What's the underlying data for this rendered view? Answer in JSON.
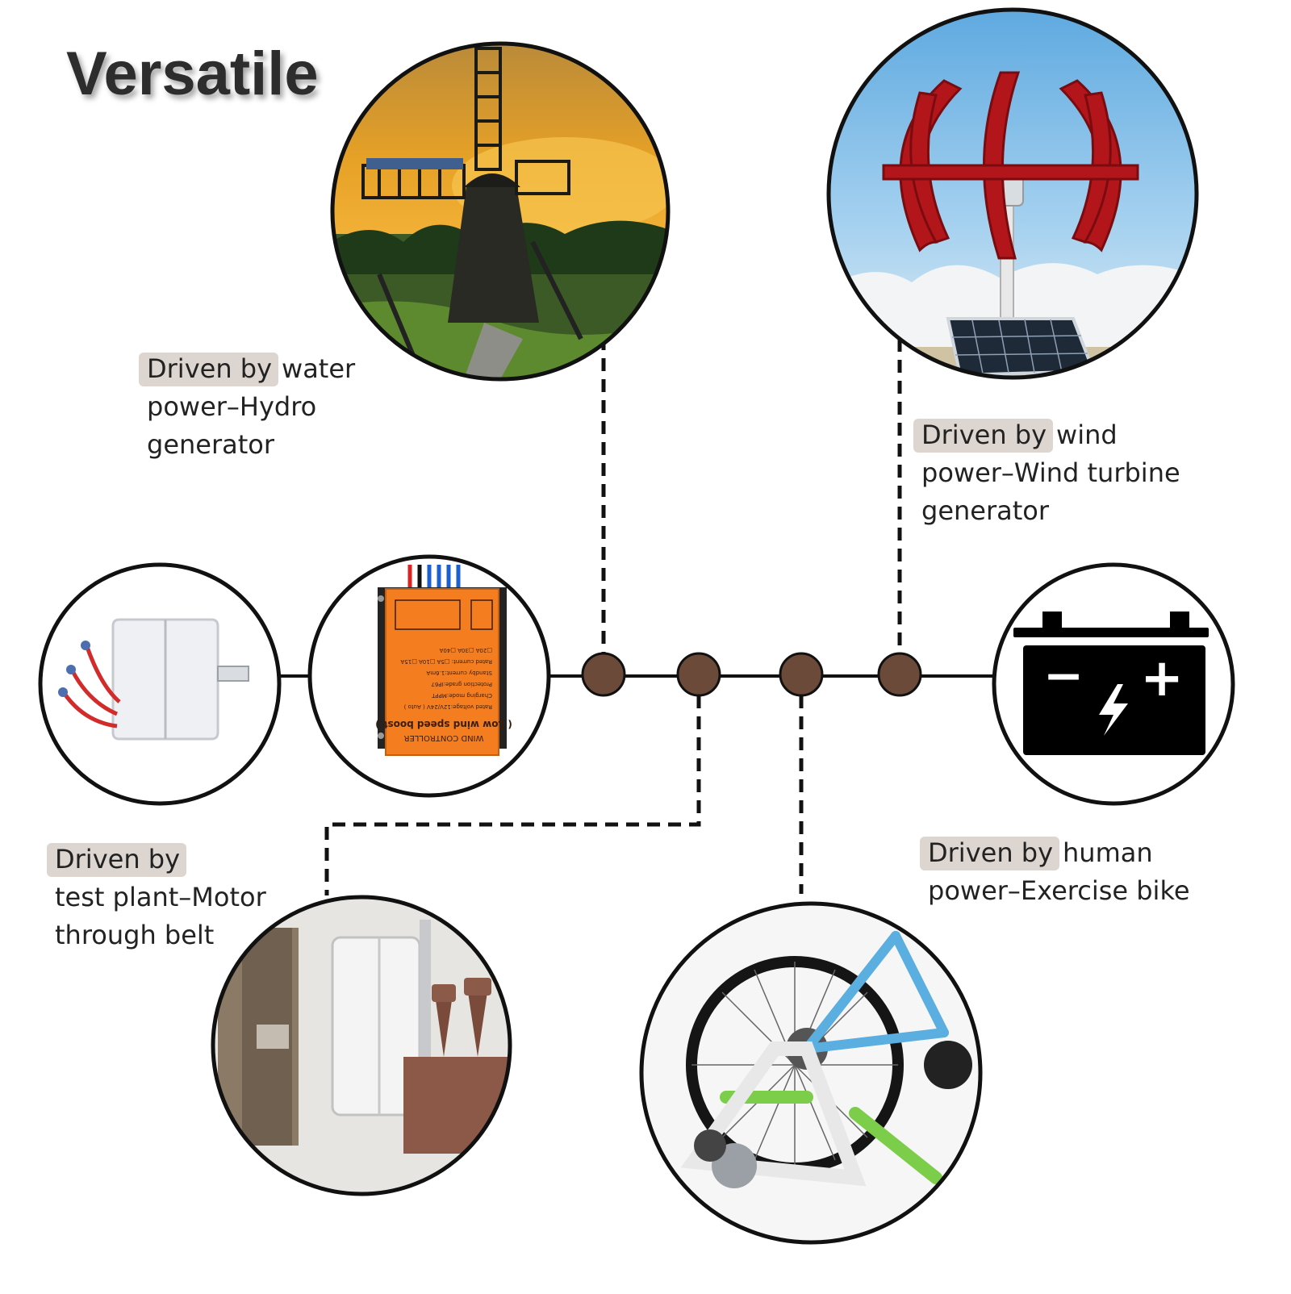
{
  "title": "Versatile",
  "labels": {
    "hydro": {
      "prefix": "Driven by",
      "line1": "water",
      "line2": "power–Hydro",
      "line3": "generator"
    },
    "wind": {
      "prefix": "Driven by",
      "line1": "wind",
      "line2": "power–Wind turbine",
      "line3": "generator"
    },
    "motor": {
      "prefix": "Driven by",
      "line2": "test plant–Motor",
      "line3": "through belt"
    },
    "bike": {
      "prefix": "Driven by",
      "line1": "human",
      "line2": "power–Exercise bike"
    }
  },
  "controller": {
    "brand": "WIND CONTROLLER",
    "subtitle": "( Low wind speed boost )",
    "specs": [
      "Rated voltage:12V/24V ( Auto )",
      "Charging mode:MPPT",
      "Protection grade:IP67",
      "Standby current:1.6mA",
      "Rated current: □5A □10A □15A",
      "□20A □30A □40A"
    ]
  },
  "battery": {
    "minus": "−",
    "plus": "+"
  },
  "colors": {
    "accent_brown": "#6b4a3a",
    "pill_bg": "#ddd6d0",
    "controller_orange": "#f47d20",
    "turbine_red": "#b3161a"
  }
}
